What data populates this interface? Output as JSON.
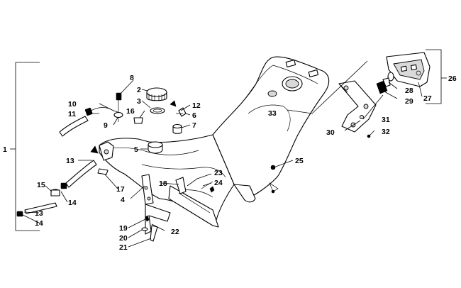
{
  "callouts": {
    "c1": "1",
    "c2": "2",
    "c3": "3",
    "c4": "4",
    "c5": "5",
    "c6": "6",
    "c7": "7",
    "c8": "8",
    "c9": "9",
    "c10": "10",
    "c11": "11",
    "c12": "12",
    "c13a": "13",
    "c13b": "13",
    "c14a": "14",
    "c14b": "14",
    "c15": "15",
    "c16": "16",
    "c17": "17",
    "c18": "18",
    "c19": "19",
    "c20": "20",
    "c21": "21",
    "c22": "22",
    "c23": "23",
    "c24": "24",
    "c25": "25",
    "c26": "26",
    "c27": "27",
    "c28": "28",
    "c29": "29",
    "c30": "30",
    "c31": "31",
    "c32": "32",
    "c33": "33"
  },
  "colors": {
    "line": "#000000",
    "background": "#ffffff",
    "shade": "#d9d9d9"
  }
}
